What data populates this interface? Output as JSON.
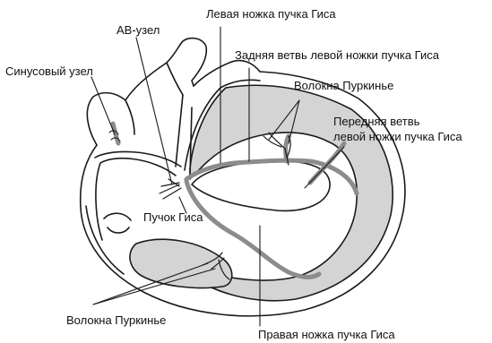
{
  "labels": {
    "left_bundle_branch": "Левая ножка пучка Гиса",
    "av_node": "АВ-узел",
    "posterior_fascicle": "Задняя ветвь левой ножки пучка Гиса",
    "sinus_node": "Синусовый узел",
    "purkinje_fibers_top": "Волокна Пуркинье",
    "anterior_fascicle_line1": "Передняя ветвь",
    "anterior_fascicle_line2": "левой ножки пучка Гиса",
    "bundle_of_his": "Пучок Гиса",
    "purkinje_fibers_bottom": "Волокна Пуркинье",
    "right_bundle_branch": "Правая ножка пучка Гиса"
  },
  "colors": {
    "outline": "#1a1a1a",
    "chamber_fill": "#d4d4d4",
    "conduction": "#8c8c8c",
    "background": "#ffffff"
  }
}
